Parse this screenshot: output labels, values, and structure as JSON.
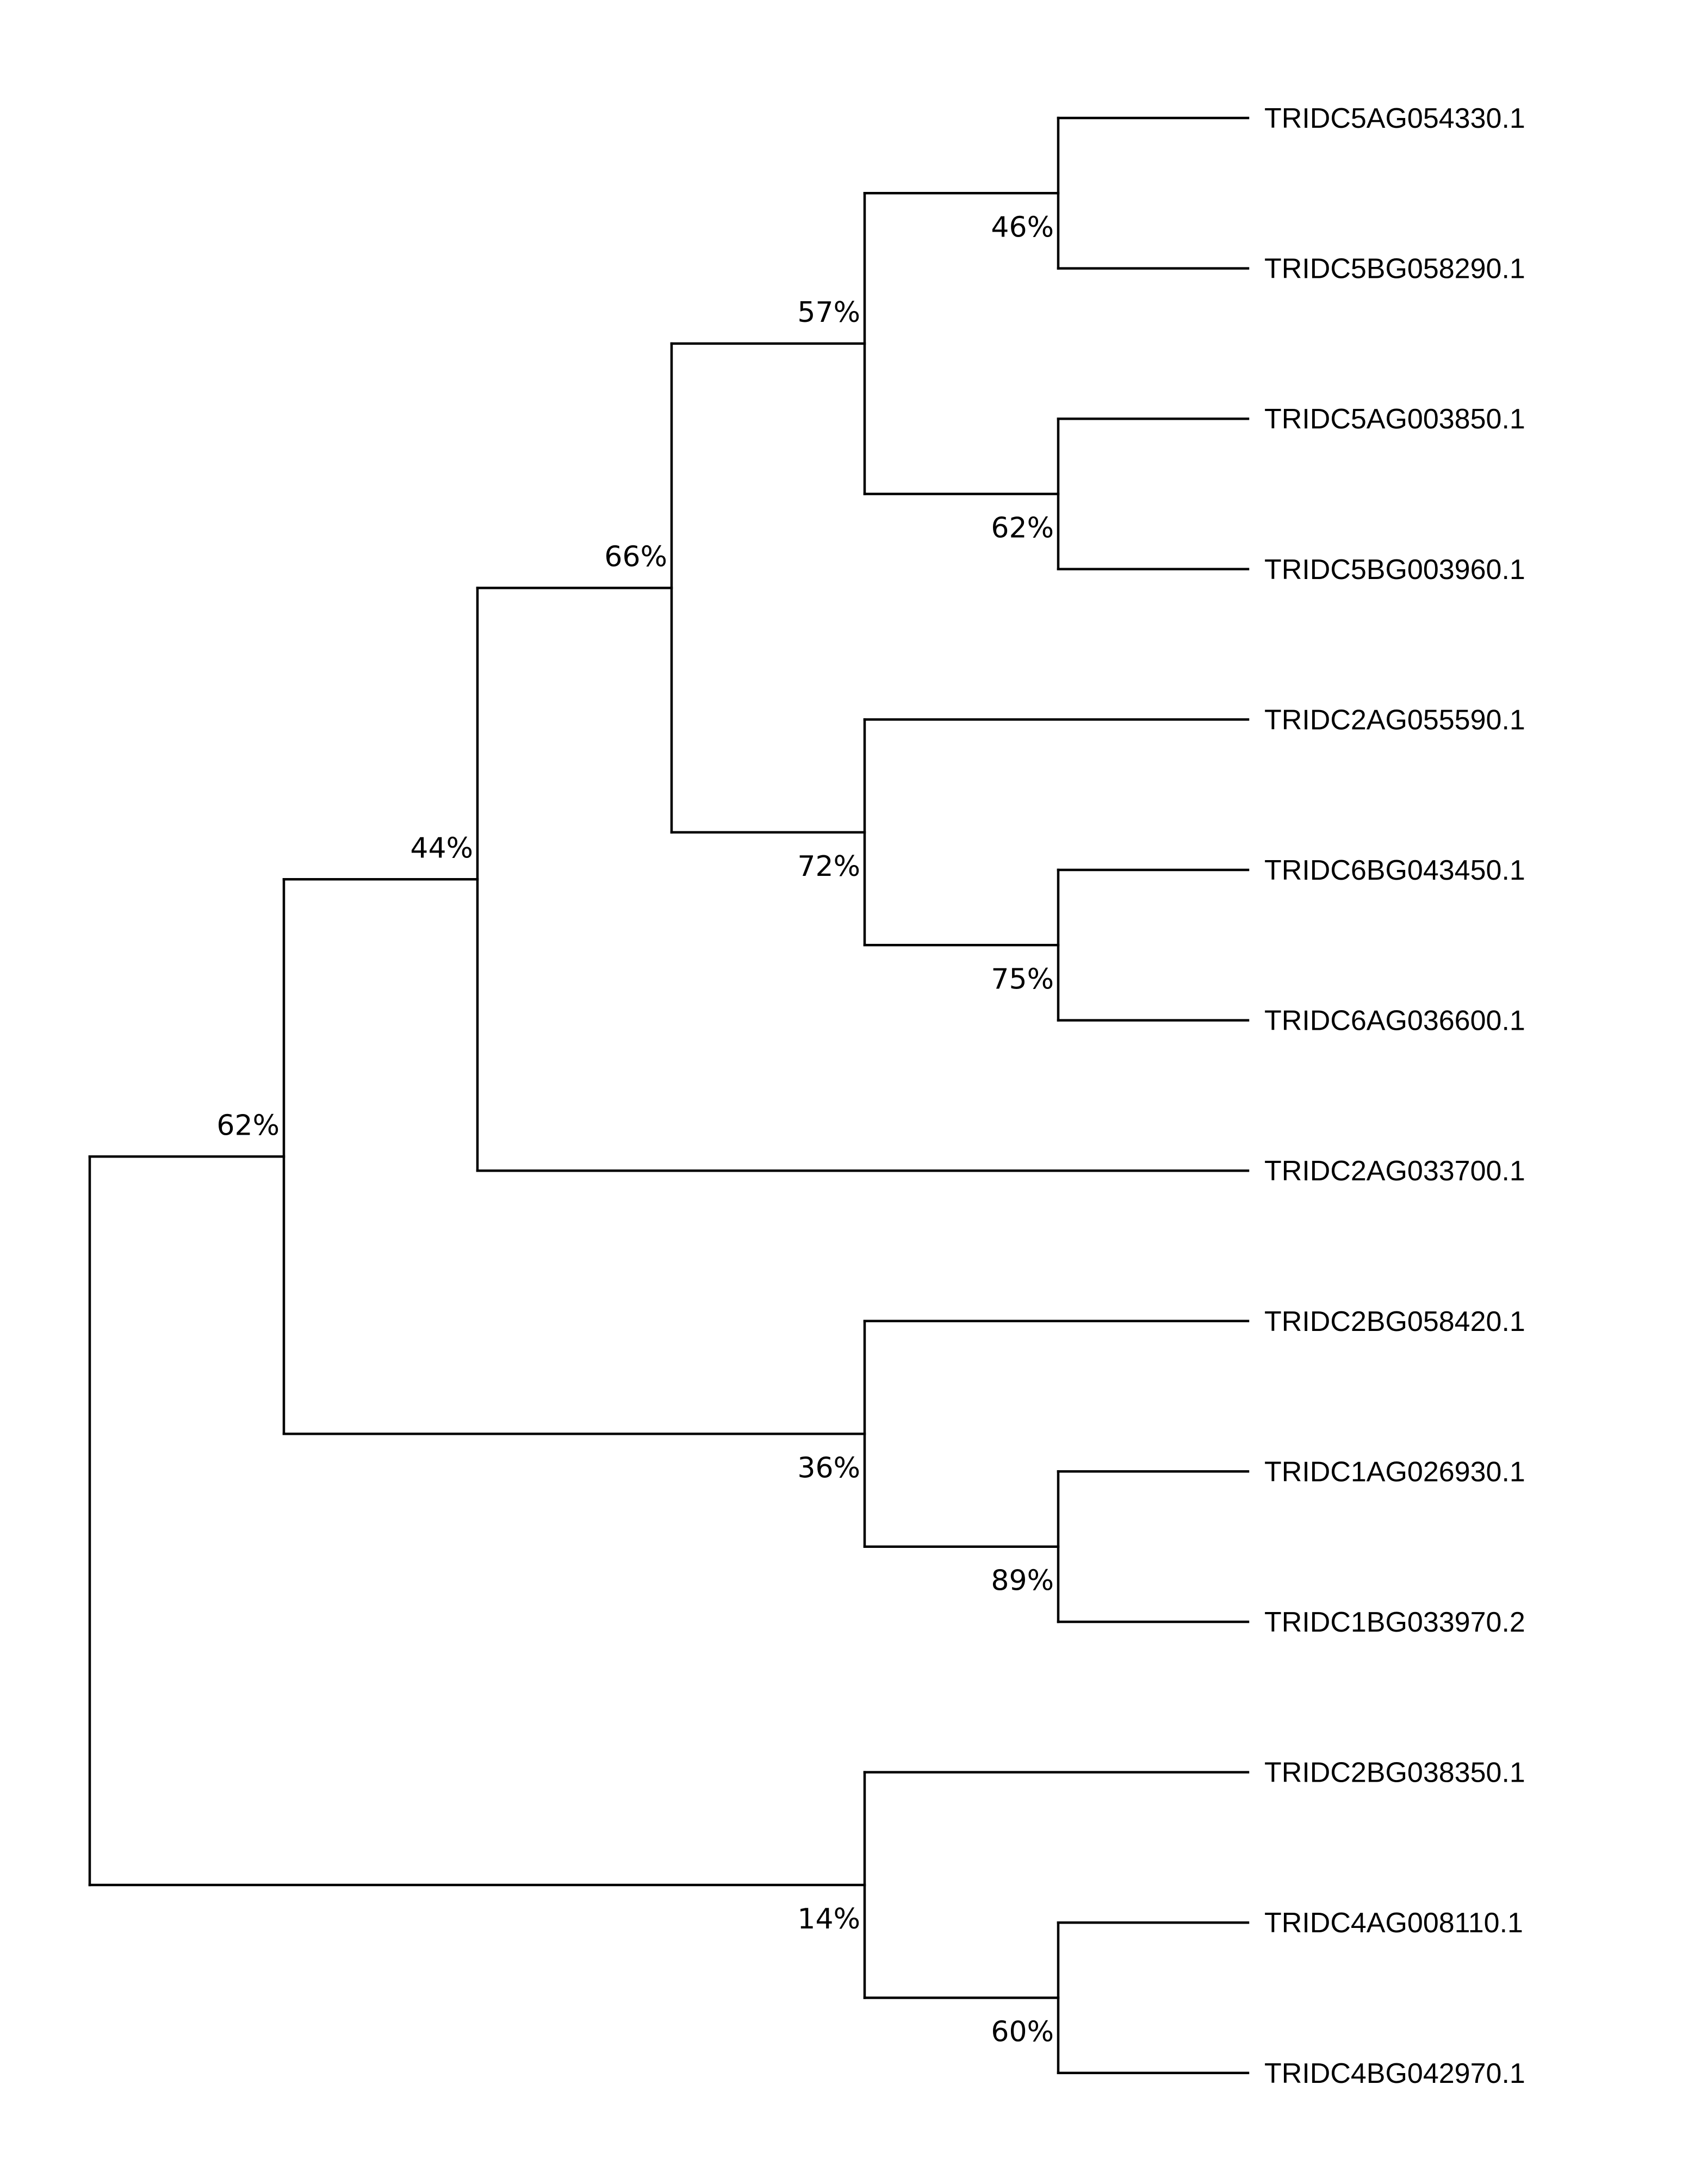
{
  "tree": {
    "leaves": [
      "TRIDC5AG054330.1",
      "TRIDC5BG058290.1",
      "TRIDC5AG003850.1",
      "TRIDC5BG003960.1",
      "TRIDC2AG055590.1",
      "TRIDC6BG043450.1",
      "TRIDC6AG036600.1",
      "TRIDC2AG033700.1",
      "TRIDC2BG058420.1",
      "TRIDC1AG026930.1",
      "TRIDC1BG033970.2",
      "TRIDC2BG038350.1",
      "TRIDC4AG008110.1",
      "TRIDC4BG042970.1"
    ],
    "nodes": [
      {
        "id": "n46",
        "children": [
          "L0",
          "L1"
        ],
        "support": "46%"
      },
      {
        "id": "n62a",
        "children": [
          "L2",
          "L3"
        ],
        "support": "62%"
      },
      {
        "id": "n57",
        "children": [
          "n46",
          "n62a"
        ],
        "support": "57%"
      },
      {
        "id": "n75",
        "children": [
          "L5",
          "L6"
        ],
        "support": "75%"
      },
      {
        "id": "n72",
        "children": [
          "L4",
          "n75"
        ],
        "support": "72%"
      },
      {
        "id": "n66",
        "children": [
          "n57",
          "n72"
        ],
        "support": "66%"
      },
      {
        "id": "n44",
        "children": [
          "n66",
          "L7"
        ],
        "support": "44%"
      },
      {
        "id": "n89",
        "children": [
          "L9",
          "L10"
        ],
        "support": "89%"
      },
      {
        "id": "n36",
        "children": [
          "L8",
          "n89"
        ],
        "support": "36%"
      },
      {
        "id": "n62b",
        "children": [
          "n44",
          "n36"
        ],
        "support": "62%"
      },
      {
        "id": "n60",
        "children": [
          "L12",
          "L13"
        ],
        "support": "60%"
      },
      {
        "id": "n14",
        "children": [
          "L11",
          "n60"
        ],
        "support": "14%"
      },
      {
        "id": "root",
        "children": [
          "n62b",
          "n14"
        ],
        "support": ""
      }
    ]
  }
}
